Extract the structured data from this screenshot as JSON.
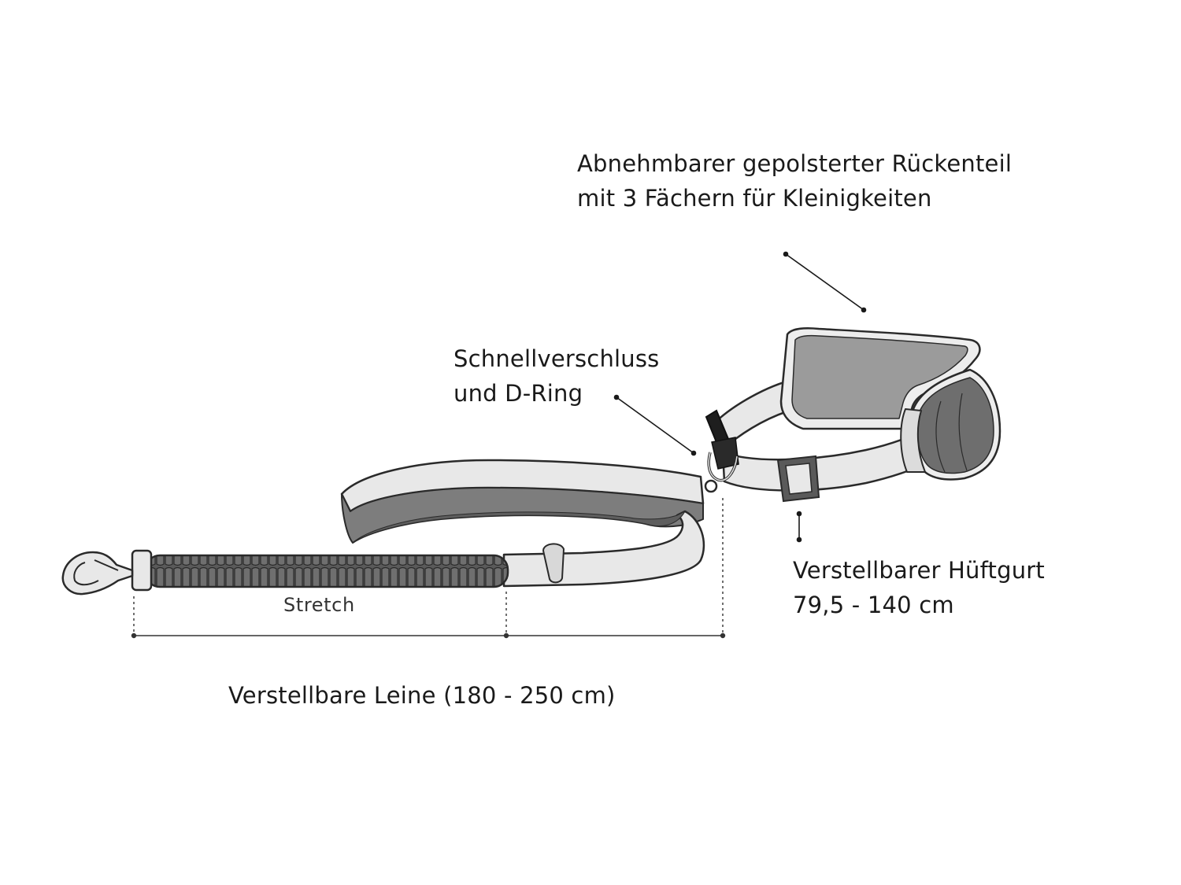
{
  "labels": {
    "back_panel": {
      "line1": "Abnehmbarer gepolsterter Rückenteil",
      "line2": "mit 3 Fächern für Kleinigkeiten"
    },
    "buckle": {
      "line1": "Schnellverschluss",
      "line2": "und D-Ring"
    },
    "waist_belt": {
      "line1": "Verstellbarer Hüftgurt",
      "line2": "79,5 - 140 cm"
    },
    "stretch": "Stretch",
    "leash": "Verstellbare Leine (180 - 250 cm)"
  },
  "colors": {
    "outline": "#2a2a2a",
    "strap_light": "#e6e6e6",
    "strap_dark": "#7d7d7d",
    "panel_gray": "#9b9b9b",
    "pouch_dark": "#6e6e6e",
    "bungee": "#5a5a5a",
    "text": "#1a1a1a"
  },
  "icons": {
    "snap_hook": "snap-hook-icon",
    "d_ring": "d-ring-icon",
    "buckle": "buckle-icon",
    "slider": "slider-buckle-icon"
  }
}
